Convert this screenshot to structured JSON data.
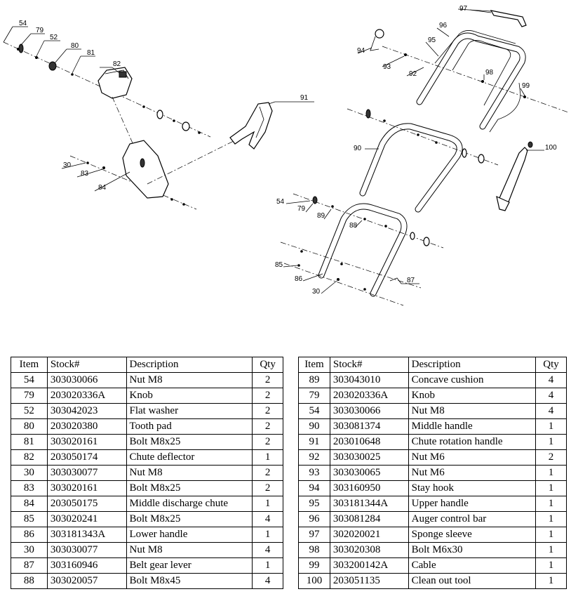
{
  "callouts": {
    "c54a": "54",
    "c79a": "79",
    "c52": "52",
    "c80": "80",
    "c81": "81",
    "c82": "82",
    "c91": "91",
    "c30a": "30",
    "c83": "83",
    "c84": "84",
    "c97": "97",
    "c96": "96",
    "c95": "95",
    "c94": "94",
    "c93": "93",
    "c92": "92",
    "c98": "98",
    "c99": "99",
    "c90": "90",
    "c100": "100",
    "c54b": "54",
    "c79b": "79",
    "c89": "89",
    "c88": "88",
    "c85": "85",
    "c86": "86",
    "c30b": "30",
    "c87": "87"
  },
  "table_headers": {
    "item": "Item",
    "stock": "Stock#",
    "description": "Description",
    "qty": "Qty"
  },
  "table_left": [
    {
      "item": "54",
      "stock": "303030066",
      "description": "Nut M8",
      "qty": "2"
    },
    {
      "item": "79",
      "stock": "203020336A",
      "description": "Knob",
      "qty": "2"
    },
    {
      "item": "52",
      "stock": "303042023",
      "description": "Flat washer",
      "qty": "2"
    },
    {
      "item": "80",
      "stock": "203020380",
      "description": "Tooth pad",
      "qty": "2"
    },
    {
      "item": "81",
      "stock": "303020161",
      "description": "Bolt M8x25",
      "qty": "2"
    },
    {
      "item": "82",
      "stock": "203050174",
      "description": "Chute deflector",
      "qty": "1"
    },
    {
      "item": "30",
      "stock": "303030077",
      "description": "Nut M8",
      "qty": "2"
    },
    {
      "item": "83",
      "stock": "303020161",
      "description": "Bolt M8x25",
      "qty": "2"
    },
    {
      "item": "84",
      "stock": "203050175",
      "description": "Middle discharge chute",
      "qty": "1"
    },
    {
      "item": "85",
      "stock": "303020241",
      "description": "Bolt M8x25",
      "qty": "4"
    },
    {
      "item": "86",
      "stock": "303181343A",
      "description": "Lower handle",
      "qty": "1"
    },
    {
      "item": "30",
      "stock": "303030077",
      "description": "Nut M8",
      "qty": "4"
    },
    {
      "item": "87",
      "stock": "303160946",
      "description": "Belt gear lever",
      "qty": "1"
    },
    {
      "item": "88",
      "stock": "303020057",
      "description": "Bolt M8x45",
      "qty": "4"
    }
  ],
  "table_right": [
    {
      "item": "89",
      "stock": "303043010",
      "description": "Concave cushion",
      "qty": "4"
    },
    {
      "item": "79",
      "stock": "203020336A",
      "description": "Knob",
      "qty": "4"
    },
    {
      "item": "54",
      "stock": "303030066",
      "description": "Nut M8",
      "qty": "4"
    },
    {
      "item": "90",
      "stock": "303081374",
      "description": "Middle handle",
      "qty": "1"
    },
    {
      "item": "91",
      "stock": "203010648",
      "description": " Chute rotation handle",
      "qty": "1"
    },
    {
      "item": "92",
      "stock": "303030025",
      "description": "Nut M6",
      "qty": "2"
    },
    {
      "item": "93",
      "stock": "303030065",
      "description": "Nut M6",
      "qty": "1"
    },
    {
      "item": "94",
      "stock": "303160950",
      "description": "Stay hook",
      "qty": "1"
    },
    {
      "item": "95",
      "stock": "303181344A",
      "description": "Upper handle",
      "qty": "1"
    },
    {
      "item": "96",
      "stock": "303081284",
      "description": "Auger control bar",
      "qty": "1"
    },
    {
      "item": "97",
      "stock": "302020021",
      "description": "Sponge sleeve",
      "qty": "1"
    },
    {
      "item": "98",
      "stock": "303020308",
      "description": "Bolt M6x30",
      "qty": "1"
    },
    {
      "item": "99",
      "stock": "303200142A",
      "description": "Cable",
      "qty": "1"
    },
    {
      "item": "100",
      "stock": "203051135",
      "description": "Clean out tool",
      "qty": "1"
    }
  ]
}
